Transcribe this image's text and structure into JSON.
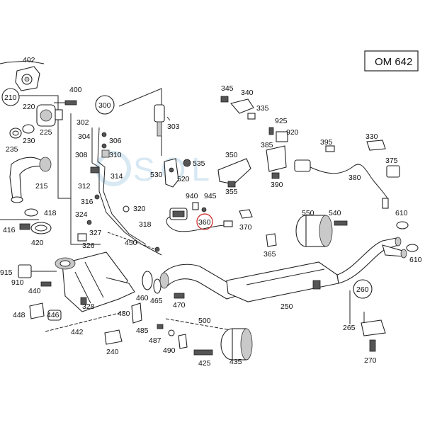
{
  "header": {
    "engine_code": "OM 642"
  },
  "watermark_text": "SOL",
  "highlight_color": "#cc2222",
  "highlighted_part": "360",
  "callouts": {
    "c210": "210",
    "c300": "300",
    "c260": "260"
  },
  "labels": {
    "p402": "402",
    "p400": "400",
    "p220": "220",
    "p225": "225",
    "p230": "230",
    "p235": "235",
    "p215": "215",
    "p418": "418",
    "p416": "416",
    "p420": "420",
    "p915": "915",
    "p910": "910",
    "p440": "440",
    "p448": "448",
    "p446": "446",
    "p442": "442",
    "p328": "328",
    "p302": "302",
    "p304": "304",
    "p306": "306",
    "p308": "308",
    "p310": "310",
    "p314": "314",
    "p312": "312",
    "p316": "316",
    "p324": "324",
    "p327": "327",
    "p326": "326",
    "p318": "318",
    "p320": "320",
    "p303": "303",
    "p530": "530",
    "p520": "520",
    "p535": "535",
    "p450": "450",
    "p345": "345",
    "p340": "340",
    "p335": "335",
    "p925": "925",
    "p920": "920",
    "p385": "385",
    "p395": "395",
    "p330": "330",
    "p375": "375",
    "p350": "350",
    "p355": "355",
    "p390": "390",
    "p380": "380",
    "p940": "940",
    "p945": "945",
    "p360": "360",
    "p370": "370",
    "p550": "550",
    "p540": "540",
    "p610a": "610",
    "p610b": "610",
    "p365": "365",
    "p460": "460",
    "p465": "465",
    "p470": "470",
    "p480": "480",
    "p485": "485",
    "p487": "487",
    "p490": "490",
    "p500": "500",
    "p425": "425",
    "p435": "435",
    "p240": "240",
    "p250": "250",
    "p265": "265",
    "p270": "270"
  }
}
